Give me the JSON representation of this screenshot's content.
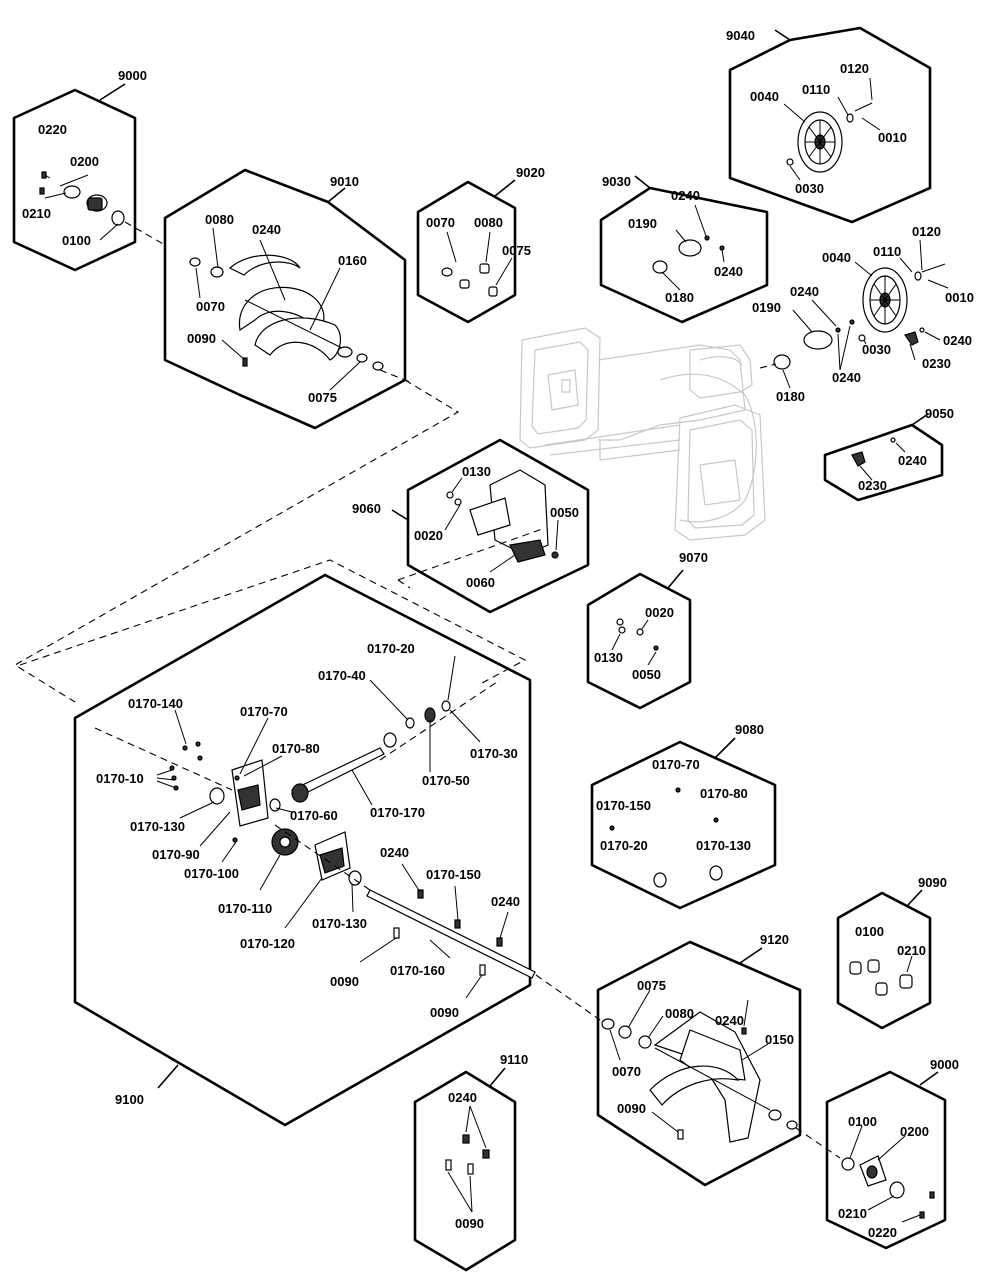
{
  "kits": {
    "k9000a": "9000",
    "k9010": "9010",
    "k9020": "9020",
    "k9030": "9030",
    "k9040": "9040",
    "k9050": "9050",
    "k9060": "9060",
    "k9070": "9070",
    "k9080": "9080",
    "k9090": "9090",
    "k9100": "9100",
    "k9110": "9110",
    "k9120": "9120",
    "k9000b": "9000"
  },
  "k9000a": {
    "p0220": "0220",
    "p0200": "0200",
    "p0210": "0210",
    "p0100": "0100"
  },
  "k9010": {
    "p0080": "0080",
    "p0240": "0240",
    "p0160": "0160",
    "p0070": "0070",
    "p0090": "0090",
    "p0075": "0075"
  },
  "k9020": {
    "p0070": "0070",
    "p0080": "0080",
    "p0075": "0075"
  },
  "k9030": {
    "p0240a": "0240",
    "p0190": "0190",
    "p0240b": "0240",
    "p0180": "0180"
  },
  "k9040": {
    "p0120": "0120",
    "p0040": "0040",
    "p0110": "0110",
    "p0010": "0010",
    "p0030": "0030"
  },
  "wheel": {
    "p0120": "0120",
    "p0040": "0040",
    "p0110": "0110",
    "p0010": "0010",
    "p0190": "0190",
    "p0240a": "0240",
    "p0240b": "0240",
    "p0030": "0030",
    "p0240c": "0240",
    "p0230": "0230",
    "p0180": "0180"
  },
  "k9050": {
    "p0240": "0240",
    "p0230": "0230"
  },
  "k9060": {
    "p0130": "0130",
    "p0050": "0050",
    "p0020": "0020",
    "p0060": "0060"
  },
  "k9070": {
    "p0020": "0020",
    "p0130": "0130",
    "p0050": "0050"
  },
  "k9080": {
    "p70": "0170-70",
    "p150": "0170-150",
    "p80": "0170-80",
    "p20": "0170-20",
    "p130": "0170-130"
  },
  "k9090": {
    "p0100": "0100",
    "p0210": "0210"
  },
  "k9100": {
    "p20": "0170-20",
    "p40": "0170-40",
    "p140": "0170-140",
    "p70": "0170-70",
    "p30": "0170-30",
    "p80": "0170-80",
    "p50": "0170-50",
    "p10": "0170-10",
    "p60": "0170-60",
    "p170": "0170-170",
    "p130a": "0170-130",
    "p90": "0170-90",
    "p100": "0170-100",
    "p0240": "0240",
    "p150": "0170-150",
    "p110": "0170-110",
    "p130b": "0170-130",
    "p120": "0170-120",
    "p0240b": "0240",
    "p0090a": "0090",
    "p160": "0170-160",
    "p0090b": "0090"
  },
  "k9110": {
    "p0240": "0240",
    "p0090": "0090"
  },
  "k9120": {
    "p0075": "0075",
    "p0240": "0240",
    "p0080": "0080",
    "p0150": "0150",
    "p0070": "0070",
    "p0090": "0090"
  },
  "k9000b": {
    "p0100": "0100",
    "p0200": "0200",
    "p0210": "0210",
    "p0220": "0220"
  }
}
